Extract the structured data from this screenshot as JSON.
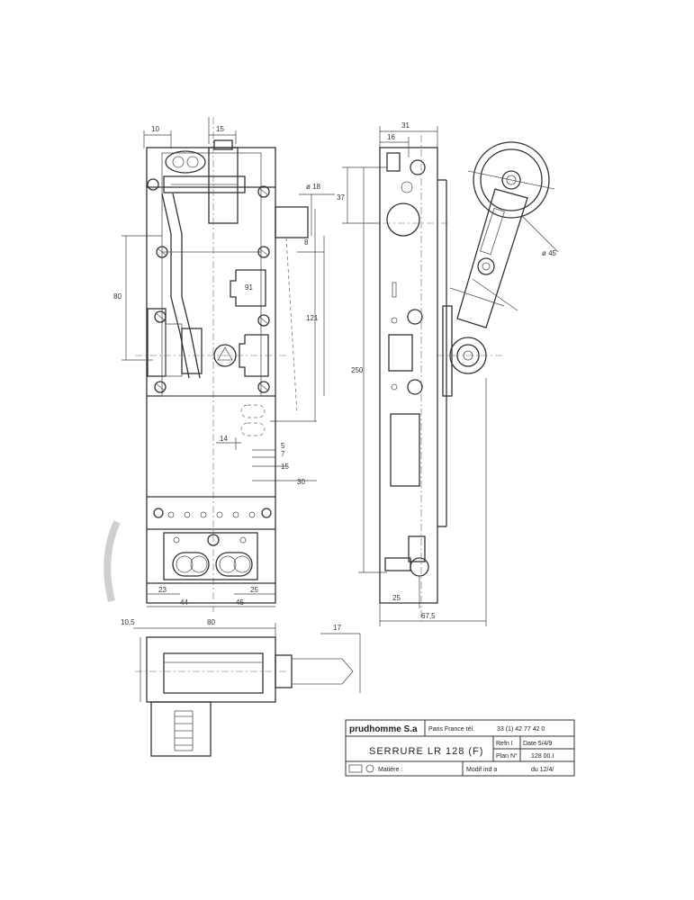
{
  "dimensions": {
    "front_top_10": "10",
    "front_top_15": "15",
    "front_dia_18": "ø 18",
    "front_8": "8",
    "front_80": "80",
    "front_91": "91",
    "front_121": "121",
    "front_14": "14",
    "front_5": "5",
    "front_7": "7",
    "front_15b": "15",
    "front_30": "30",
    "bottom_23": "23",
    "bottom_44": "44",
    "bottom_25": "25",
    "bottom_45": "45",
    "side_31": "31",
    "side_16": "16",
    "side_37": "37",
    "side_250": "250",
    "side_25": "25",
    "side_67_5": "67,5",
    "arm_dia_45": "ø 45",
    "plan_10_5": "10,5",
    "plan_80": "80",
    "plan_17": "17"
  },
  "title_block": {
    "company": "prudhomme S.a",
    "location": "Paris France  tél.",
    "phone": "33 (1) 42 77 42 0",
    "ref_label": "Refn I",
    "date_label": "Date 5/4/9",
    "title": "SERRURE  LR 128 (F)",
    "plan_label": "Plan  N°",
    "plan_number": "128 00.I",
    "material_label": "Matière :",
    "modif_label": "Modif ind  a",
    "modif_date": "du 12/4/"
  }
}
